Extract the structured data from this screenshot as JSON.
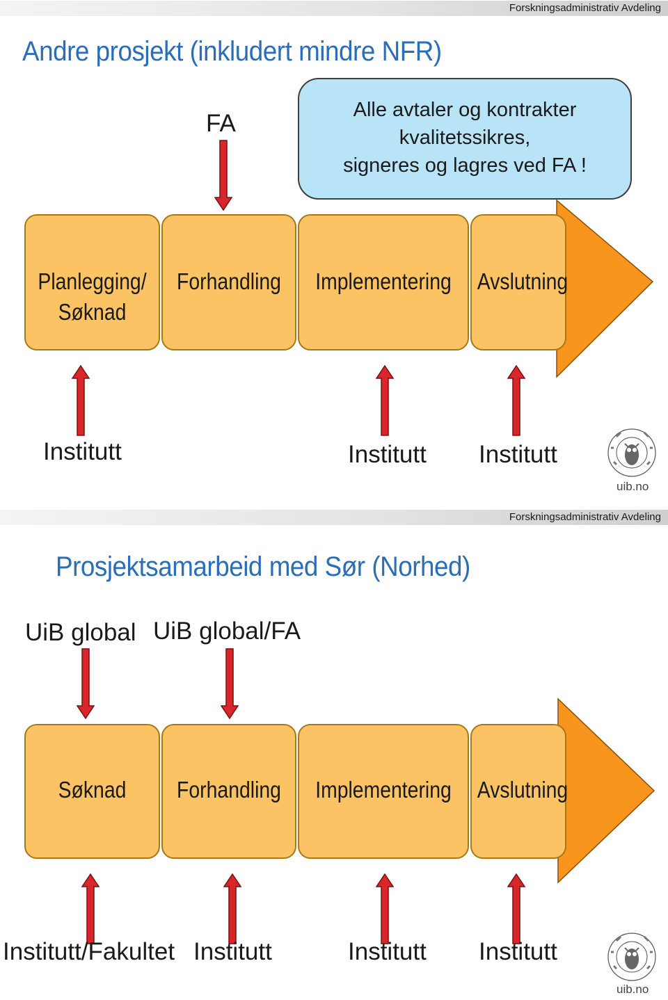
{
  "slide1": {
    "header": "Forskningsadministrativ Avdeling",
    "title": "Andre prosjekt (inkludert mindre NFR)",
    "top_actor": "FA",
    "callout": [
      "Alle avtaler og kontrakter",
      "kvalitetssikres,",
      "signeres og lagres ved FA !"
    ],
    "phases": [
      "Planlegging/",
      "Søknad",
      "Forhandling",
      "Implementering",
      "Avslutning"
    ],
    "bottom_actors": [
      "Institutt",
      "Institutt",
      "Institutt"
    ],
    "logo_label": "uib.no",
    "logo_ring_text": "UNIVERSITAS BERGENSIS"
  },
  "slide2": {
    "header": "Forskningsadministrativ Avdeling",
    "title": "Prosjektsamarbeid med Sør (Norhed)",
    "top_actors": [
      "UiB global",
      "UiB global/FA"
    ],
    "phases": [
      "Søknad",
      "Forhandling",
      "Implementering",
      "Avslutning"
    ],
    "bottom_actors": [
      "Institutt/Fakultet",
      "Institutt",
      "Institutt",
      "Institutt"
    ],
    "logo_label": "uib.no",
    "logo_ring_text": "UNIVERSITAS BERGENSIS"
  },
  "colors": {
    "title": "#2a6db8",
    "phase_fill": "#fbc363",
    "phase_border": "#a87814",
    "big_arrow": "#f7951d",
    "callout_fill": "#b9e3f7",
    "small_arrow": "#d9262a"
  }
}
